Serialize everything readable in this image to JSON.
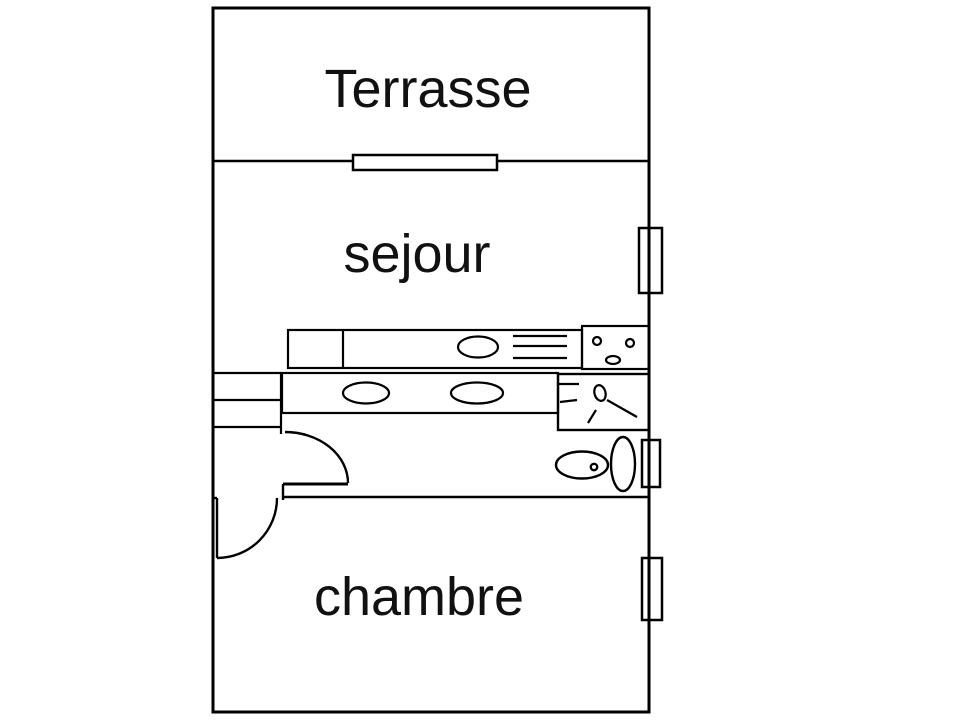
{
  "floorplan": {
    "type": "apartment-floor-plan",
    "background_color": "#ffffff",
    "line_color": "#000000",
    "text_color": "#111111",
    "rooms": [
      {
        "id": "terrasse",
        "label": "Terrasse"
      },
      {
        "id": "sejour",
        "label": "sejour"
      },
      {
        "id": "chambre",
        "label": "chambre"
      }
    ],
    "fixtures": [
      "terrace-sliding-door",
      "sejour-window",
      "kitchen-counter",
      "kitchen-fridge-cabinet",
      "kitchen-sink",
      "kitchen-grill",
      "kitchen-hob-burners",
      "hall-closet-shelves",
      "bathroom-vanity",
      "washbasin-left",
      "washbasin-right",
      "shower-enclosure",
      "shower-head",
      "toilet-bowl",
      "toilet-cistern",
      "wc-window",
      "chambre-window",
      "hall-door",
      "chambre-entry-door"
    ]
  }
}
